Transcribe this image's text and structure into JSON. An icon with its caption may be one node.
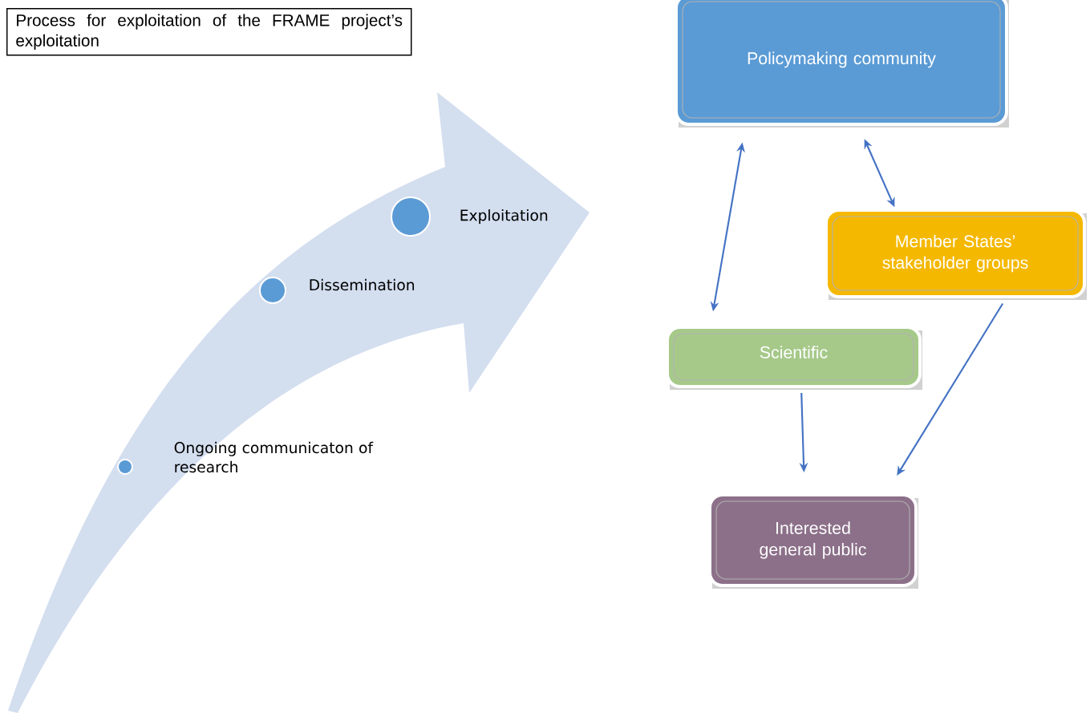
{
  "diagram": {
    "title": "Process for exploitation of the FRAME project’s exploitation",
    "nodes": [
      {
        "text": [],
        "shape": "circle",
        "beside": [
          "Exploitation"
        ]
      },
      {
        "text": [],
        "shape": "circle",
        "beside": [
          "Dissemination"
        ]
      },
      {
        "text": [],
        "shape": "circle",
        "beside": [
          "Ongoing communicaton of research"
        ]
      },
      {
        "text": [
          "Policymaking community"
        ]
      },
      {
        "text": [
          "Member States’ stakeholder groups"
        ]
      },
      {
        "text": [
          "Scientific"
        ]
      },
      {
        "text": [
          "Interested general public"
        ]
      }
    ],
    "edges": [
      {
        "from": 3,
        "to": 5,
        "arrow": "both"
      },
      {
        "from": 3,
        "to": 4,
        "arrow": "both"
      },
      {
        "from": 5,
        "to": 6,
        "arrow": "to"
      },
      {
        "from": 4,
        "to": 6,
        "arrow": "to"
      }
    ]
  }
}
